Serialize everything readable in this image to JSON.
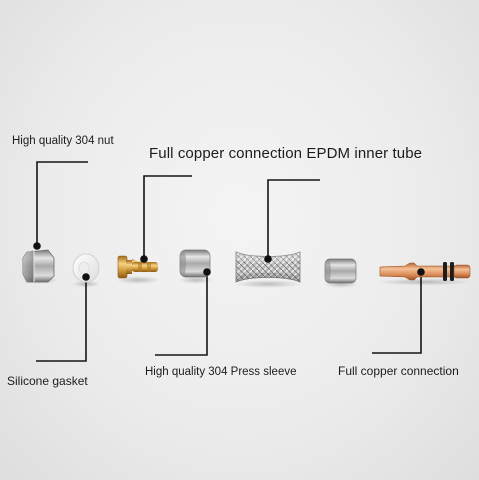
{
  "labels": {
    "nut": "High quality 304 nut",
    "epdm_tube": "Full copper connection EPDM inner tube",
    "gasket": "Silicone gasket",
    "press_sleeve": "High quality 304 Press sleeve",
    "copper_connection": "Full copper connection"
  },
  "colors": {
    "background": "#ececec",
    "steel": "#b9b9b9",
    "brass": "#d8a24a",
    "copper": "#d98b55",
    "gasket": "#f8f8f8",
    "leader_line": "#151515"
  }
}
